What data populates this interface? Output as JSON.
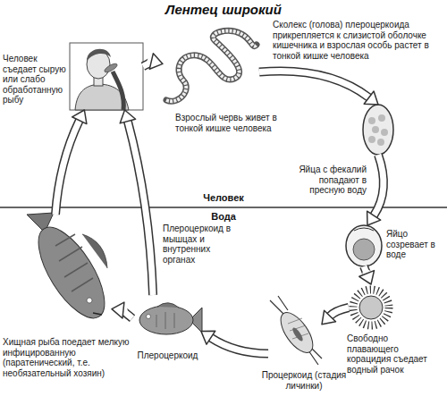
{
  "diagram": {
    "title": "Лентец широкий",
    "nodes": [
      {
        "text": [
          "Человек съедает сырую или слабо обработанную рыбу"
        ]
      },
      {
        "text": [
          "Сколекс (голова) плероцеркоида прикрепляется к слизистой оболочке кишечника и взрослая особь растет в тонкой кишке человека",
          "Взрослый червь живет в тонкой кишке человека"
        ]
      },
      {
        "text": [
          "Яйца с фекалий попадают в пресную воду"
        ]
      },
      {
        "text": [
          "Яйцо созревает в воде"
        ]
      },
      {
        "text": [
          "Свободно плавающего корацидия съедает водный рачок"
        ]
      },
      {
        "text": [
          "Процеркоид (стадия личинки)"
        ]
      },
      {
        "text": [
          "Плероцеркоид"
        ]
      },
      {
        "text": [
          "Хищная рыба поедает мелкую инфицированную (паратенический, т.е. необязательный хозяин)"
        ]
      }
    ],
    "edges": [
      {
        "from": 0,
        "to": 1,
        "arrow": "to"
      },
      {
        "from": 1,
        "to": 2,
        "arrow": "to"
      },
      {
        "from": 2,
        "to": 3,
        "arrow": "to"
      },
      {
        "from": 3,
        "to": 4,
        "arrow": "to"
      },
      {
        "from": 4,
        "to": 5,
        "arrow": "to"
      },
      {
        "from": 5,
        "to": 6,
        "arrow": "to"
      },
      {
        "from": 6,
        "to": 7,
        "arrow": "to"
      },
      {
        "from": 7,
        "to": 0,
        "arrow": "to"
      },
      {
        "from": 6,
        "to": 0,
        "label": "Плероцеркоид в мышцах и внутренних органах",
        "arrow": "to"
      }
    ],
    "labels": [
      "Человек",
      "Вода"
    ]
  }
}
